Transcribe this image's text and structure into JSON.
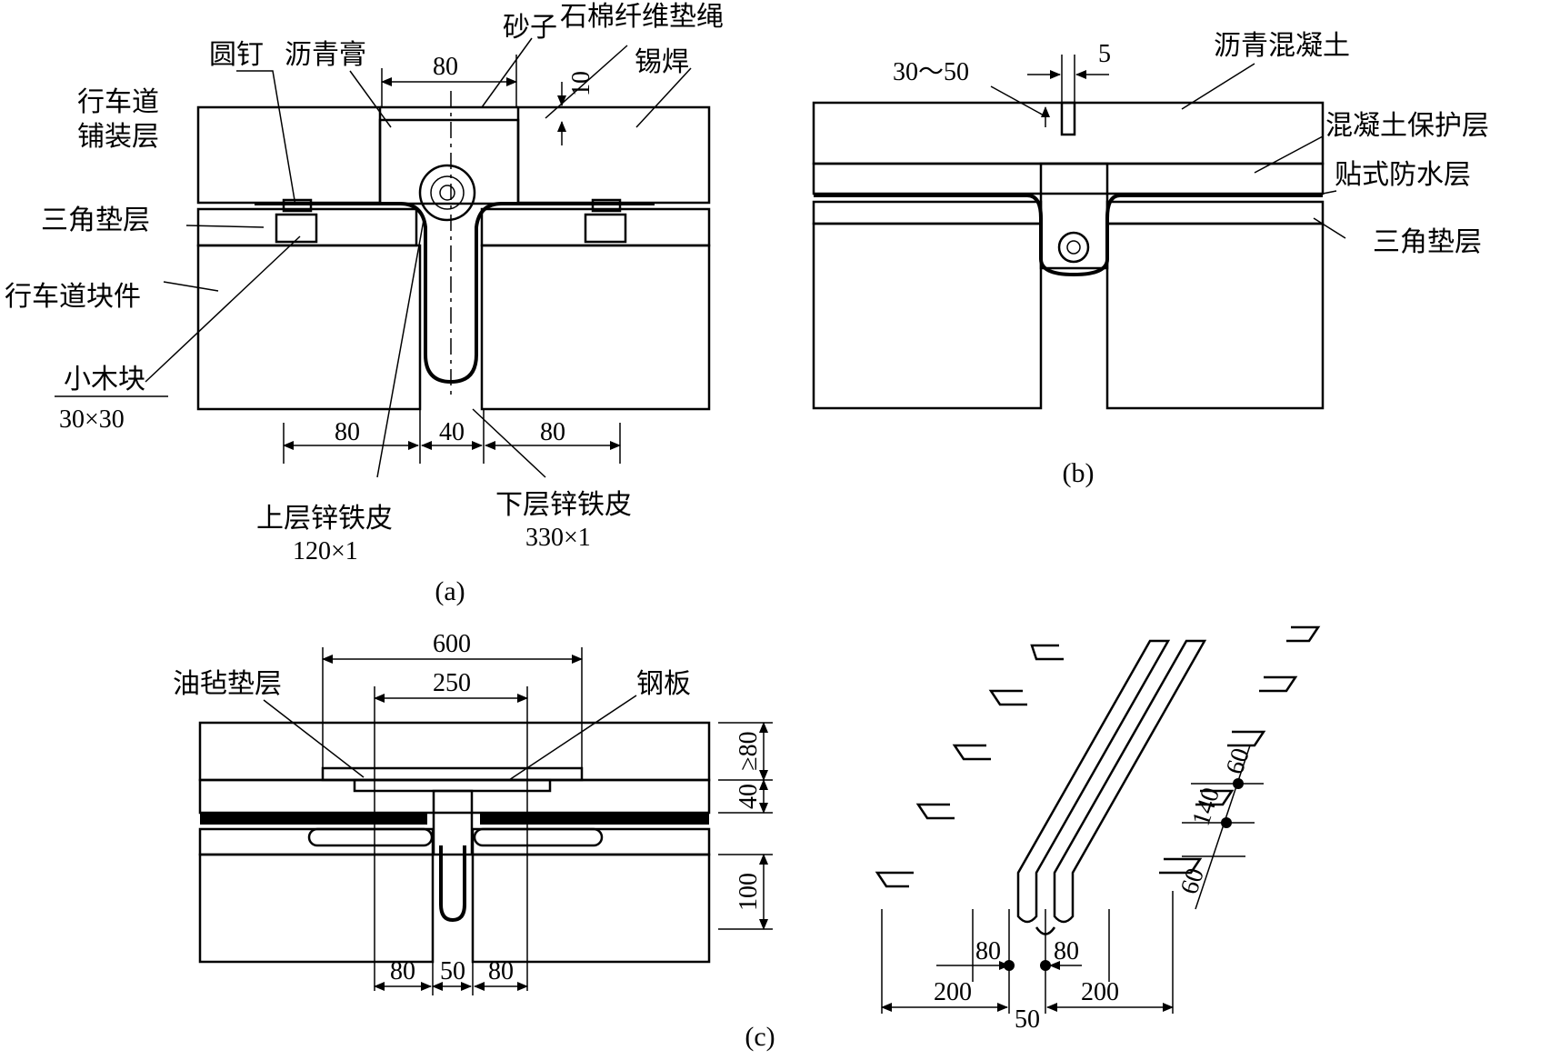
{
  "figure_a": {
    "caption": "(a)",
    "labels": {
      "round_nail": "圆钉",
      "asphalt_paste": "沥青膏",
      "sand": "砂子",
      "asbestos_rope": "石棉纤维垫绳",
      "tin_solder": "锡焊",
      "pavement_1": "行车道",
      "pavement_2": "铺装层",
      "triangle_pad": "三角垫层",
      "deck_block": "行车道块件",
      "wood_block": "小木块",
      "wood_block_size": "30×30",
      "upper_sheet": "上层锌铁皮",
      "upper_sheet_size": "120×1",
      "lower_sheet": "下层锌铁皮",
      "lower_sheet_size": "330×1"
    },
    "dims": {
      "top_width": "80",
      "depth": "10",
      "left": "80",
      "gap": "40",
      "right": "80"
    }
  },
  "figure_b": {
    "caption": "(b)",
    "labels": {
      "asphalt_concrete": "沥青混凝土",
      "protect_layer": "混凝土保护层",
      "waterproof": "贴式防水层",
      "triangle_pad": "三角垫层"
    },
    "dims": {
      "groove": "30～50",
      "slot": "5"
    }
  },
  "figure_c": {
    "caption": "(c)",
    "labels": {
      "felt_layer": "油毡垫层",
      "steel_plate": "钢板"
    },
    "dims": {
      "total": "600",
      "plate": "250",
      "cover": "≥80",
      "layer": "40",
      "height": "100",
      "left": "80",
      "gap": "50",
      "right": "80",
      "iso_60a": "60",
      "iso_140": "140",
      "iso_60b": "60",
      "iso_80l": "80",
      "iso_80r": "80",
      "iso_200l": "200",
      "iso_50": "50",
      "iso_200r": "200"
    }
  }
}
